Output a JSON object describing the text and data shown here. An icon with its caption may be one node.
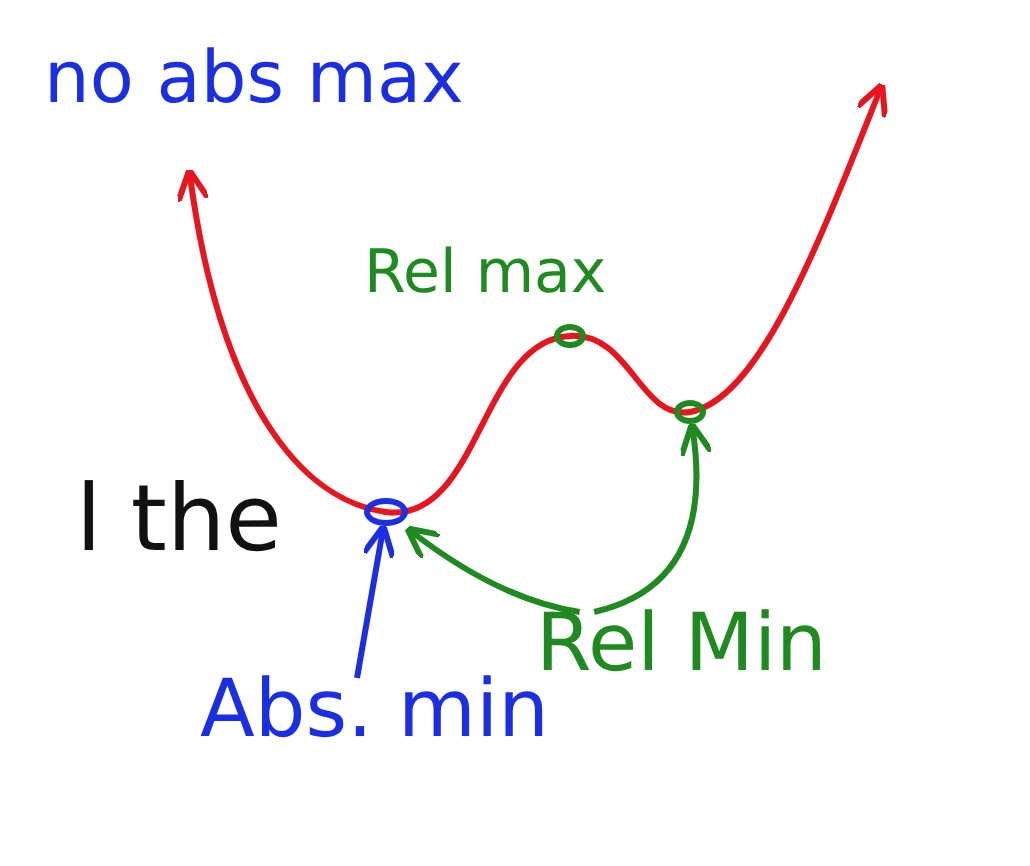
{
  "diagram": {
    "nodes": [
      {
        "text": [
          "Abs. min"
        ]
      },
      {
        "text": [],
        "shape": "circle"
      },
      {
        "text": [],
        "shape": "circle"
      },
      {
        "text": [],
        "shape": "circle"
      },
      {
        "text": [
          "Rel Min"
        ]
      }
    ],
    "edges": [
      {
        "from": 0,
        "to": 1,
        "arrow": "to",
        "color": "#1a2ee6"
      },
      {
        "from": 4,
        "to": 1,
        "arrow": "to"
      },
      {
        "from": 4,
        "to": 3,
        "arrow": "to"
      }
    ],
    "labels": [
      "no abs max",
      "Rel max",
      "l the"
    ]
  }
}
